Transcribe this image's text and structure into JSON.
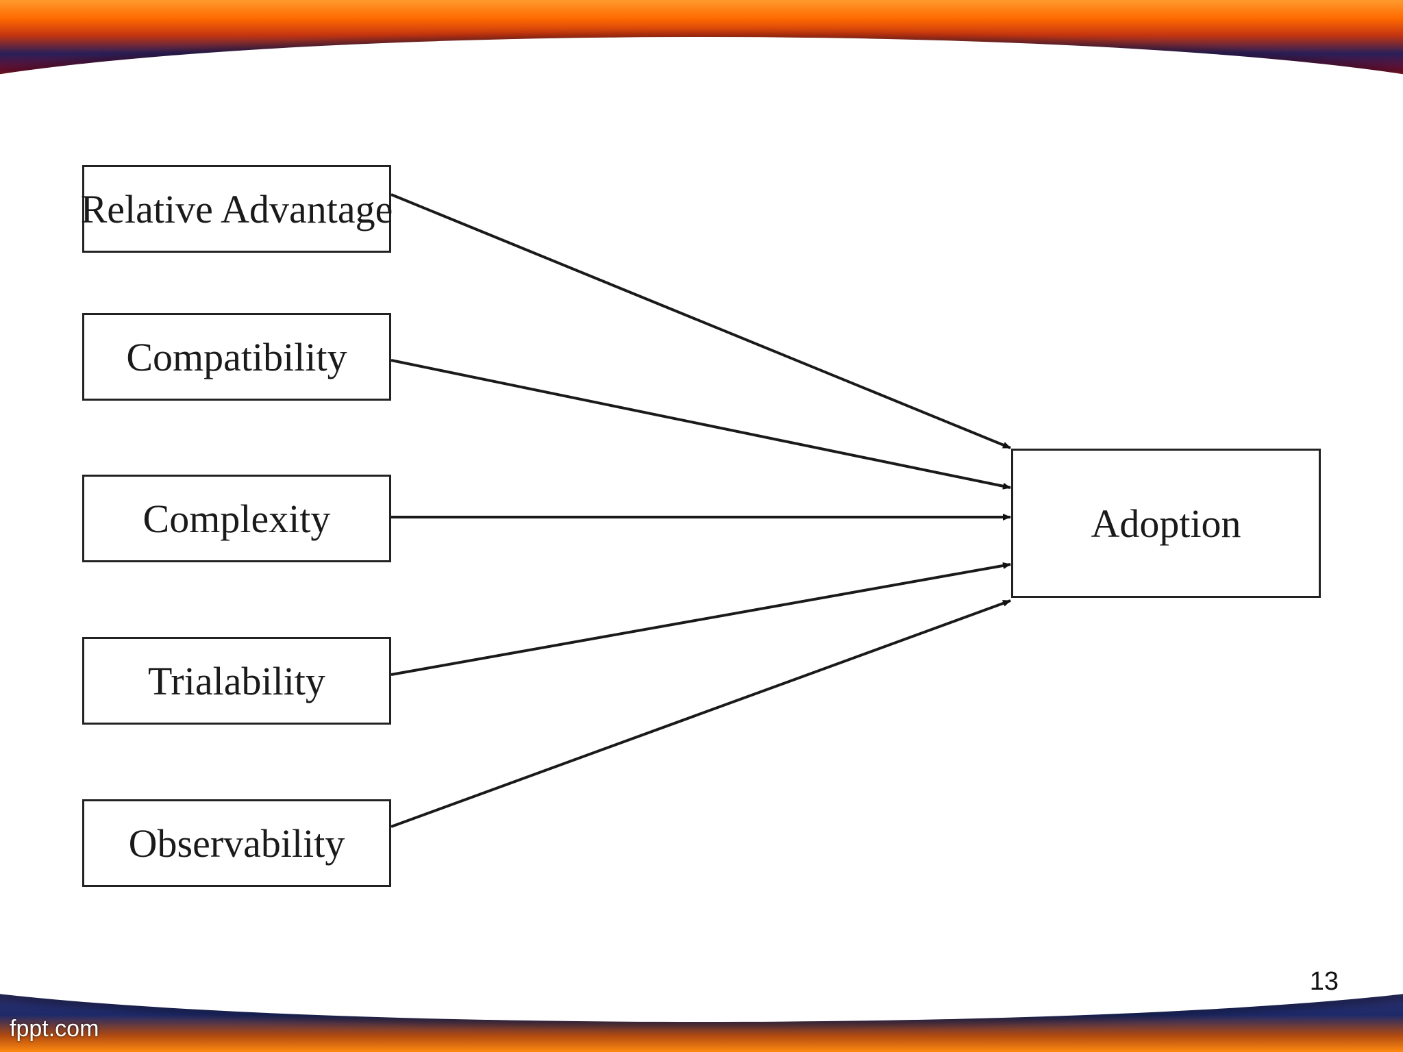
{
  "diagram": {
    "sources": [
      {
        "id": "relative-advantage",
        "label": "Relative Advantage"
      },
      {
        "id": "compatibility",
        "label": "Compatibility"
      },
      {
        "id": "complexity",
        "label": "Complexity"
      },
      {
        "id": "trialability",
        "label": "Trialability"
      },
      {
        "id": "observability",
        "label": "Observability"
      }
    ],
    "target": {
      "id": "adoption",
      "label": "Adoption"
    },
    "edges": [
      {
        "from": "relative-advantage",
        "to": "adoption"
      },
      {
        "from": "compatibility",
        "to": "adoption"
      },
      {
        "from": "complexity",
        "to": "adoption"
      },
      {
        "from": "trialability",
        "to": "adoption"
      },
      {
        "from": "observability",
        "to": "adoption"
      }
    ]
  },
  "footer": {
    "page_number": "13",
    "brand": "fppt.com"
  }
}
